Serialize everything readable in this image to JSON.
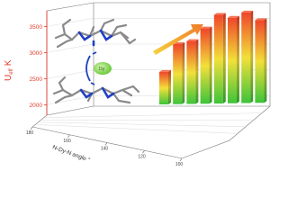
{
  "chart_data": {
    "type": "bar",
    "ylabel": "U",
    "ylabel_subscript": "eff",
    "ylabel_unit": "K",
    "yticks": [
      2000,
      2500,
      3000,
      3500
    ],
    "ylim": [
      1800,
      3800
    ],
    "xticks": [
      "180",
      "160",
      "140",
      "120",
      "100"
    ],
    "xlabel": "N-Dy-N angle",
    "xlabel_unit": "°",
    "values": [
      2470,
      3040,
      3100,
      3360,
      3640,
      3580,
      3690,
      3530
    ],
    "grid": true,
    "gradient_colors": {
      "bottom": "#3ec43a",
      "mid": "#f2e03a",
      "top": "#f0462a"
    },
    "accent": "#e23a2a",
    "arrow_label_colors": {
      "start": "#f6d23c",
      "end": "#ee7d2a"
    }
  },
  "inset": {
    "ion_label": "Dy",
    "ion_color": "#8ddc52",
    "n_color": "#1e3fc6",
    "c_color": "#8a8a8a",
    "icon": "molecule-structure-icon"
  }
}
